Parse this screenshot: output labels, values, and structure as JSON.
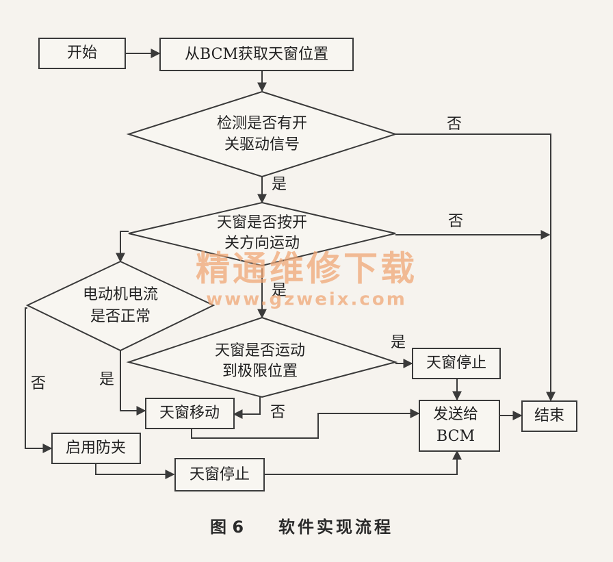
{
  "nodes": {
    "start": "开始",
    "get_position": "从BCM获取天窗位置",
    "check_switch": [
      "检测是否有开",
      "关驱动信号"
    ],
    "check_direction": [
      "天窗是否按开",
      "关方向运动"
    ],
    "check_current": [
      "电动机电流",
      "是否正常"
    ],
    "check_limit": [
      "天窗是否运动",
      "到极限位置"
    ],
    "stop_top": "天窗停止",
    "move": "天窗移动",
    "send_bcm": [
      "发送给",
      "BCM"
    ],
    "end": "结束",
    "anti_pinch": "启用防夹",
    "stop_bottom": "天窗停止"
  },
  "labels": {
    "yes": "是",
    "no": "否"
  },
  "watermark": {
    "title": "精通维修下载",
    "url": "www.gzweix.com"
  },
  "caption": {
    "figure": "图 6",
    "title": "软件实现流程"
  }
}
